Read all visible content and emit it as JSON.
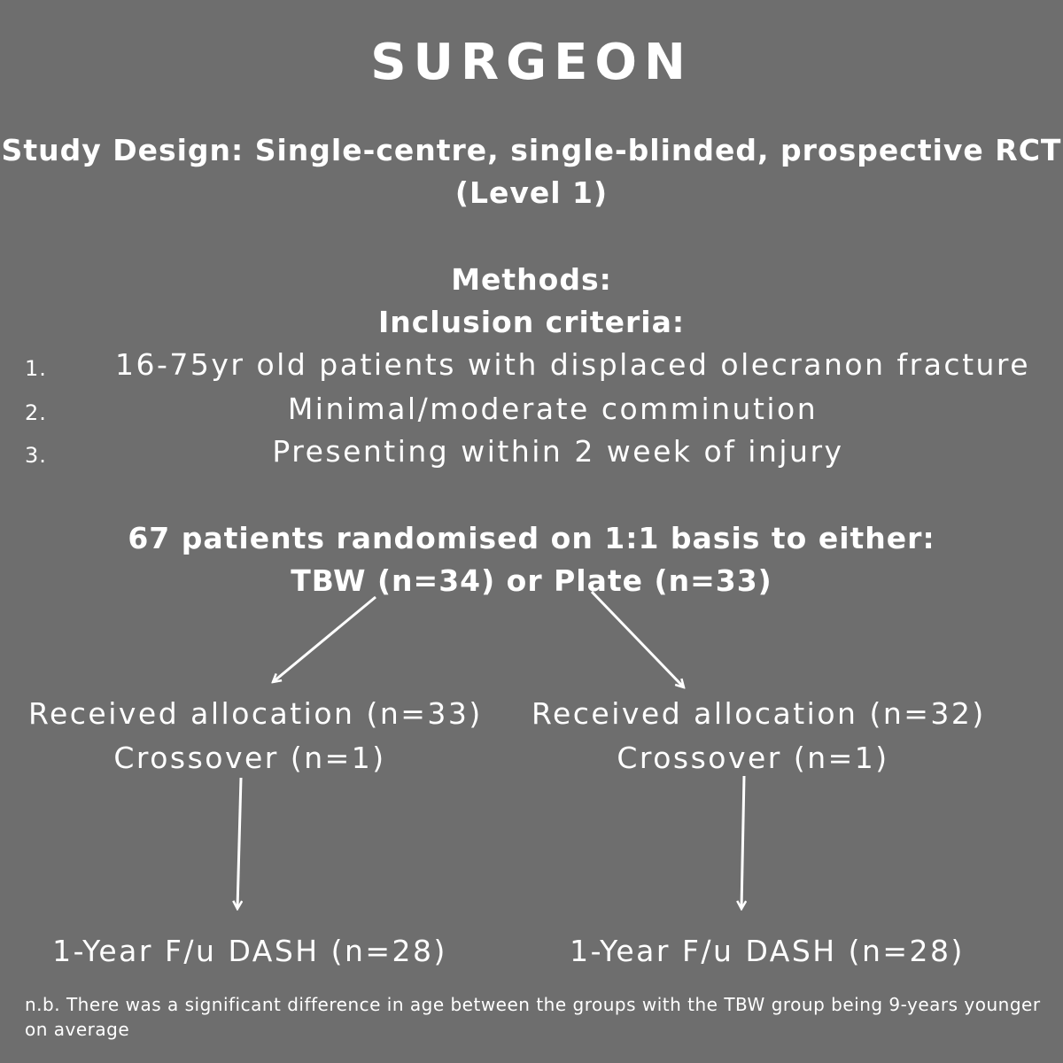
{
  "title": "SURGEON",
  "study_design": {
    "line1": "Study Design: Single-centre, single-blinded, prospective RCT",
    "line2": "(Level 1)"
  },
  "methods": {
    "heading": "Methods:",
    "inclusion_heading": "Inclusion criteria:",
    "criteria": [
      {
        "num": "1.",
        "text": "16-75yr old patients with displaced olecranon fracture"
      },
      {
        "num": "2.",
        "text": "Minimal/moderate comminution"
      },
      {
        "num": "3.",
        "text": "Presenting within 2 week of injury"
      }
    ]
  },
  "randomisation": {
    "line1": "67 patients randomised on 1:1 basis to either:",
    "line2": "TBW (n=34) or Plate (n=33)"
  },
  "left_arm": {
    "allocation": "Received allocation (n=33)",
    "crossover": "Crossover (n=1)",
    "followup": "1-Year F/u DASH (n=28)"
  },
  "right_arm": {
    "allocation": "Received allocation (n=32)",
    "crossover": "Crossover (n=1)",
    "followup": "1-Year F/u DASH (n=28)"
  },
  "note": "n.b. There was a significant difference in age between the groups with the TBW group being 9-years younger on average"
}
